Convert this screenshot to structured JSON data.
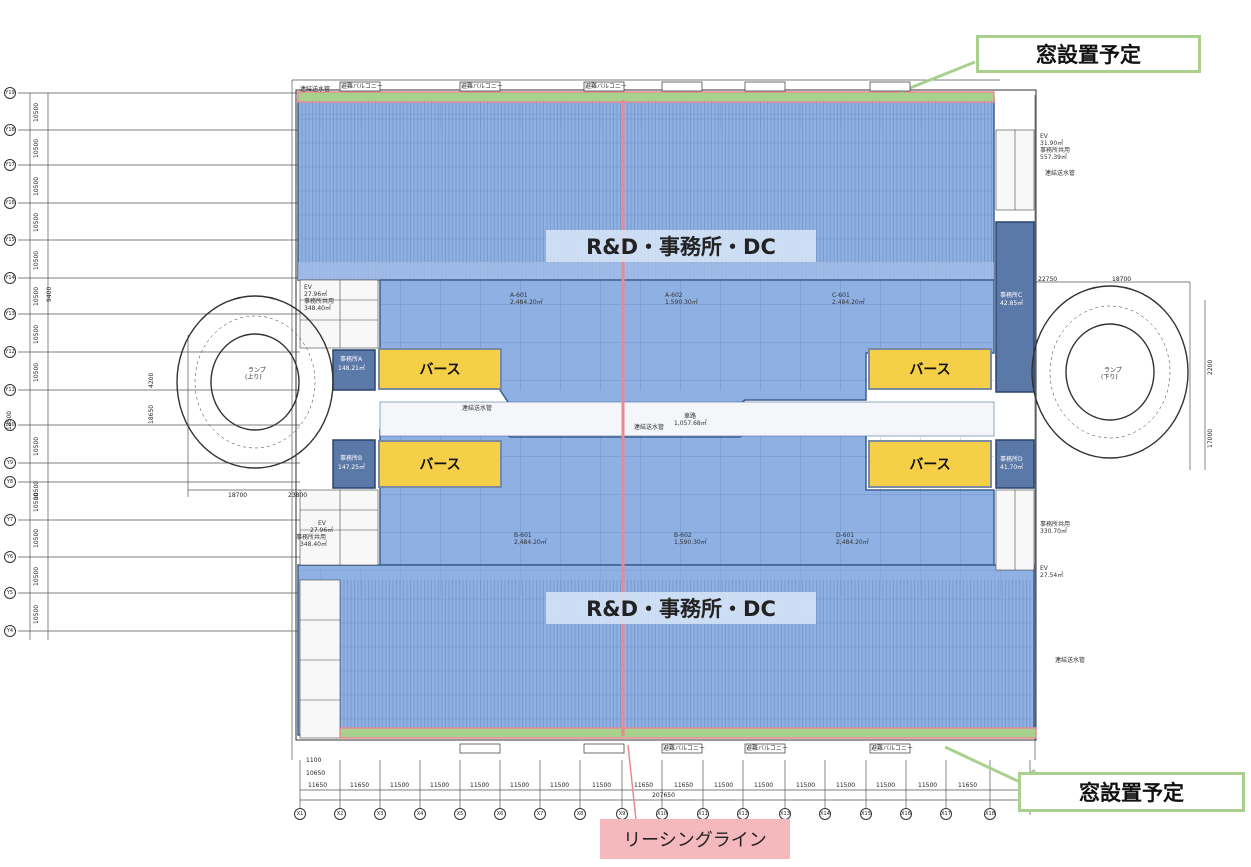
{
  "callouts": {
    "window_top": "窓設置予定",
    "window_bottom": "窓設置予定",
    "leasing_line": "リーシングライン"
  },
  "zones": {
    "north": "R&D・事務所・DC",
    "south": "R&D・事務所・DC"
  },
  "berths": [
    "バース",
    "バース",
    "バース",
    "バース"
  ],
  "balconies": [
    "避難バルコニー",
    "避難バルコニー",
    "避難バルコニー",
    "避難バルコニー",
    "避難バルコニー",
    "避難バルコニー"
  ],
  "rooms": {
    "a601": "A-601",
    "a601_area": "2,484.20㎡",
    "a602": "A-602",
    "a602_area": "1,590.30㎡",
    "c601": "C-601",
    "c601_area": "2,484.20㎡",
    "b601": "B-601",
    "b601_area": "2,484.20㎡",
    "b602": "B-602",
    "b602_area": "1,590.30㎡",
    "d601": "D-601",
    "d601_area": "2,484.20㎡",
    "office_a": "事務所A",
    "office_a_area": "148.21㎡",
    "office_b": "事務所B",
    "office_b_area": "147.25㎡",
    "office_c": "事務所C",
    "office_c_area": "42.85㎡",
    "office_d": "事務所D",
    "office_d_area": "41.70㎡",
    "ev_nw": "EV",
    "ev_nw_area": "27.96㎡",
    "common_nw": "事務所共用",
    "common_nw_area": "348.40㎡",
    "ev_ne": "EV",
    "ev_ne_area": "31.90㎡",
    "common_ne": "事務所共用",
    "common_ne_area": "557.39㎡",
    "ev_sw": "EV",
    "ev_sw_area": "27.96㎡",
    "common_sw": "事務所共用",
    "common_sw_area": "348.40㎡",
    "ev_se": "EV",
    "ev_se_area": "27.54㎡",
    "common_se": "事務所共用",
    "common_se_area": "330.70㎡",
    "lane": "車路",
    "lane_area": "1,057.68㎡",
    "pipe1": "連結送水管",
    "pipe2": "連結送水管",
    "pipe3": "連結送水管",
    "pipe4": "連結送水管",
    "pipe5": "連結送水管",
    "ramp_left": "ランプ",
    "ramp_left_sub": "(上り)",
    "ramp_right": "ランプ",
    "ramp_right_sub": "(下り)"
  },
  "dims": {
    "bottom_spans": [
      "11650",
      "11650",
      "11500",
      "11500",
      "11500",
      "11500",
      "11500",
      "11500",
      "11650",
      "11650",
      "11500",
      "11500",
      "11500",
      "11500",
      "11500",
      "11500",
      "11650"
    ],
    "total": "207650",
    "left_10650": "10650",
    "left_1100": "1100",
    "left_18700": "18700",
    "left_23800": "23800",
    "right_22750": "22750",
    "right_18700": "18700",
    "right_17000": "17000",
    "right_2200": "2200",
    "vert_left": [
      "10500",
      "10500",
      "10500",
      "10500",
      "10500",
      "10500",
      "10500",
      "10500",
      "10500",
      "10500",
      "10500",
      "10500",
      "10500",
      "10500"
    ],
    "h18500": "18500",
    "h9400": "9400",
    "h4200": "4200",
    "h18650": "18650"
  },
  "grid_rows": [
    "Y19",
    "Y18",
    "Y17",
    "Y16",
    "Y15",
    "Y14",
    "Y13",
    "Y12",
    "Y11",
    "Y10",
    "Y9",
    "Y8",
    "Y7",
    "Y6",
    "Y5",
    "Y4"
  ],
  "grid_cols": [
    "X1",
    "X2",
    "X3",
    "X4",
    "X5",
    "X6",
    "X7",
    "X8",
    "X9",
    "X10",
    "X11",
    "X12",
    "X13",
    "X14",
    "X15",
    "X16",
    "X17",
    "X18"
  ],
  "colors": {
    "zone_fill": "#8fb0e3",
    "zone_border": "#3d5f8f",
    "berth": "#f5cf47",
    "window_strip": "#a9d18e",
    "leasing_line": "#e88a93",
    "office_dark": "#5a78a8"
  }
}
